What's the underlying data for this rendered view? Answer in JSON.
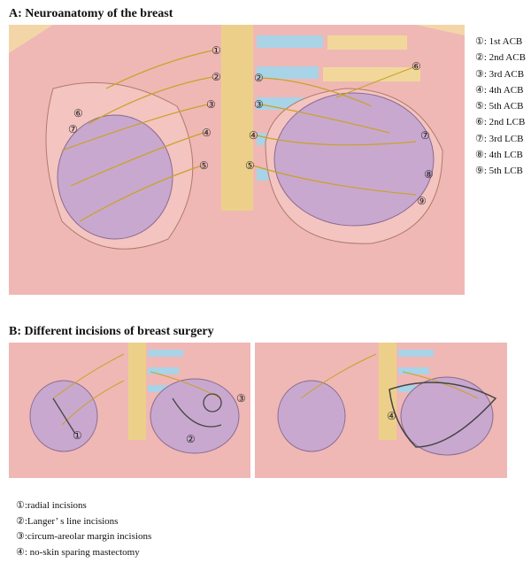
{
  "panel_a": {
    "title": "A: Neuroanatomy of the breast",
    "labels_left": [
      "①",
      "②",
      "③",
      "④",
      "⑤",
      "⑥",
      "⑦"
    ],
    "labels_mid": [
      "②",
      "③",
      "④",
      "⑤"
    ],
    "labels_right": [
      "⑥",
      "⑦",
      "⑧",
      "⑨"
    ],
    "legend": [
      "①: 1st ACB",
      "②: 2nd ACB",
      "③: 3rd ACB",
      "④: 4th ACB",
      "⑤: 5th ACB",
      "⑥: 2nd LCB",
      "⑦: 3rd LCB",
      "⑧: 4th LCB",
      "⑨: 5th LCB"
    ]
  },
  "panel_b": {
    "title": "B: Different incisions of breast surgery",
    "labels_left_image": [
      "①",
      "②",
      "③"
    ],
    "labels_right_image": [
      "④"
    ],
    "legend": [
      "①:radial incisions",
      "②:Langer’ s line incisions",
      "③:circum-areolar margin incisions",
      "④: no-skin sparing mastectomy"
    ]
  },
  "colors": {
    "skin": "#efb3b3",
    "breast": "#c9a8cf",
    "sternum": "#ecd08a",
    "rib": "#a9d3e6",
    "nerve": "#c9a227"
  }
}
